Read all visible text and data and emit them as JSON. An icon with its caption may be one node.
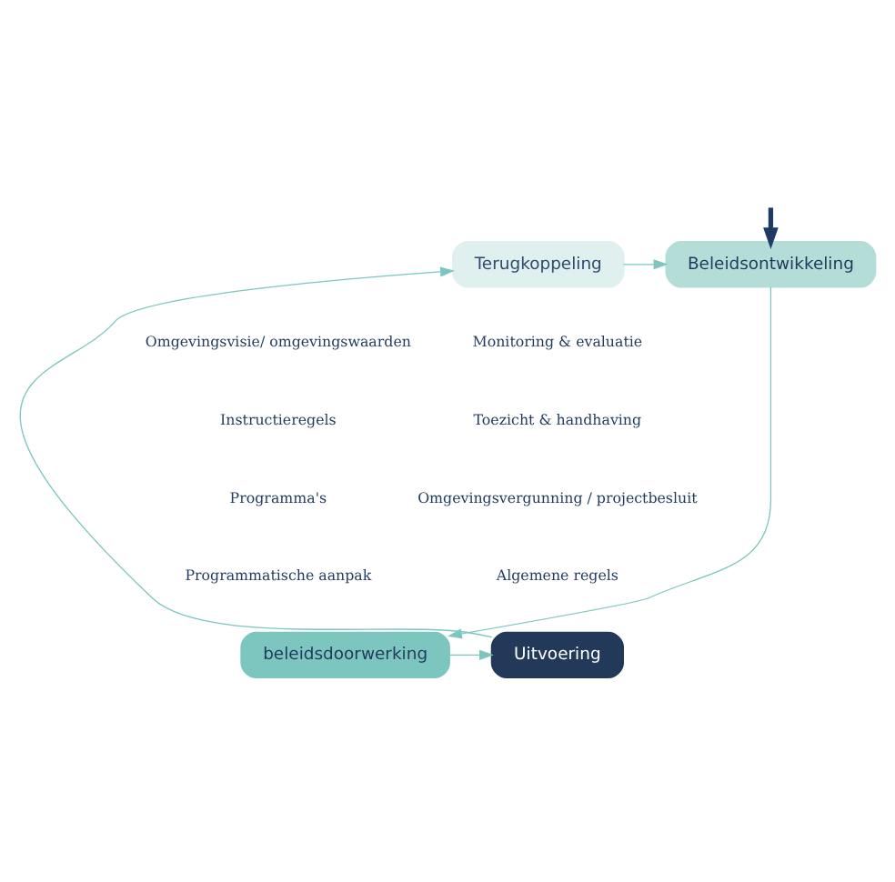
{
  "diagram": {
    "nodes": [
      {
        "text": [
          "Terugkoppeling"
        ]
      },
      {
        "text": [
          "Beleidsontwikkeling"
        ]
      },
      {
        "text": [
          "beleidsdoorwerking"
        ]
      },
      {
        "text": [
          "Uitvoering"
        ]
      }
    ],
    "edges": [
      {
        "from": 0,
        "to": 1,
        "arrow": "to"
      },
      {
        "from": 1,
        "to": 2,
        "arrow": "to"
      },
      {
        "from": 2,
        "to": 3,
        "arrow": "to"
      },
      {
        "from": 3,
        "to": 0,
        "arrow": "to"
      },
      {
        "from": null,
        "to": 1,
        "arrow": "to",
        "style": "thick",
        "color": "#1f3a64"
      }
    ],
    "labels": [
      "Monitoring & evaluatie",
      "Toezicht & handhaving",
      "Omgevingsvisie/ omgevingswaarden",
      "Omgevingsvergunning / projectbesluit",
      "Instructieregels",
      "Algemene regels",
      "Programma's",
      "Programmatische aanpak"
    ]
  }
}
